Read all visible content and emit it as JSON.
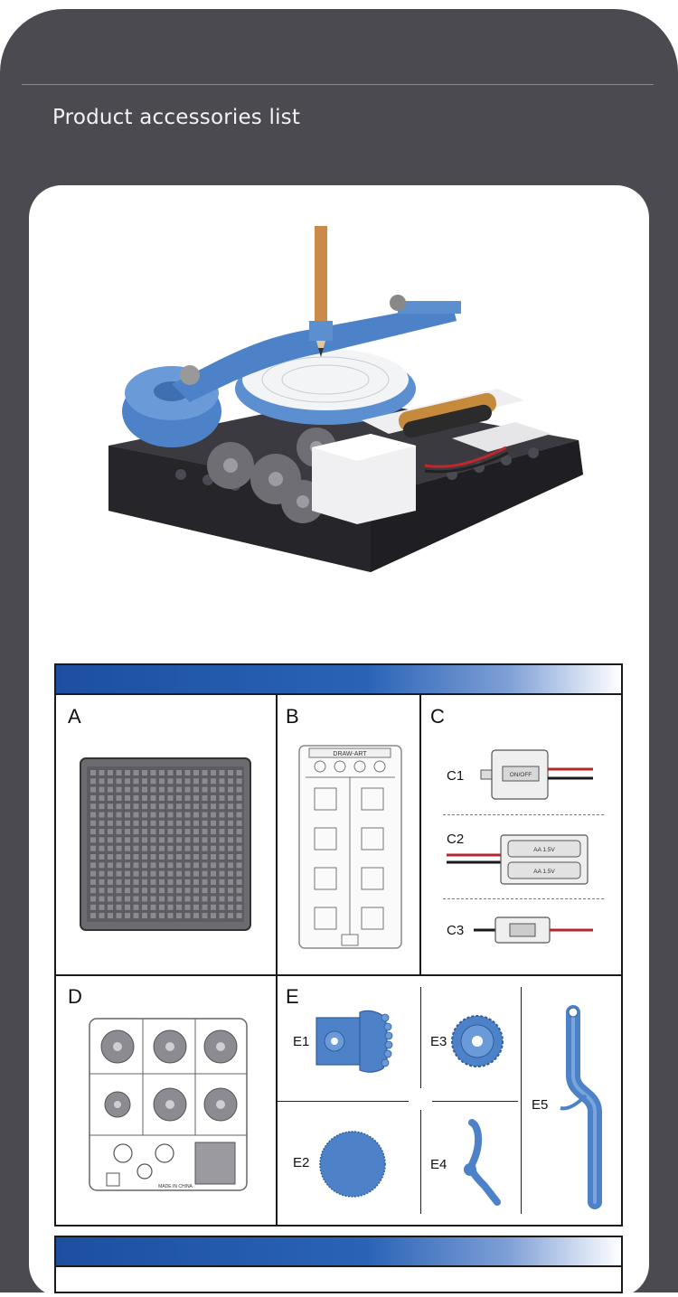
{
  "header": {
    "title": "Product accessories list"
  },
  "colors": {
    "frame": "#4b4a50",
    "accent_blue": "#2a63b6",
    "part_blue": "#4d82c8",
    "part_gray": "#6b6b70"
  },
  "accessories": {
    "cells": [
      {
        "label": "A"
      },
      {
        "label": "B"
      },
      {
        "label": "C"
      },
      {
        "label": "D"
      },
      {
        "label": "E"
      }
    ],
    "c_parts": [
      "C1",
      "C2",
      "C3"
    ],
    "e_parts": [
      "E1",
      "E2",
      "E3",
      "E4",
      "E5"
    ],
    "c1_text": "ON/OFF",
    "c2_text": [
      "AA 1.5V",
      "AA 1.5V"
    ],
    "b_text": "DRAW-ART",
    "d_text": "MADE IN CHINA"
  }
}
